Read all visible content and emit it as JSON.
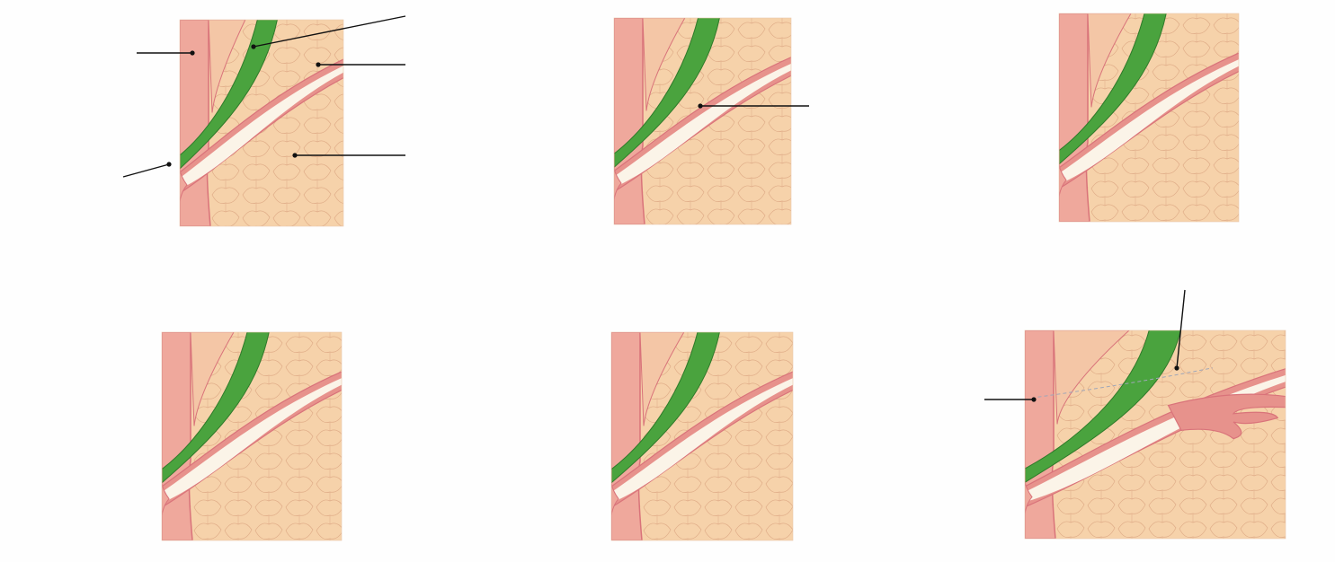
{
  "figure": {
    "panel_count": 6,
    "label_text": [],
    "colors": {
      "background": "#fefefe",
      "fat_tissue": "#f6d2aa",
      "fat_lobule_line": "#d9a27e",
      "dermis_pink": "#efa89c",
      "dermis_edge": "#d9737a",
      "duct_wall": "#e7928c",
      "duct_lumen": "#fbf4e8",
      "muscle_green": "#4aa33e",
      "muscle_edge": "#2f7a2a",
      "leader_line": "#111111"
    },
    "icons": [
      "anatomy-panel",
      "leader-line",
      "leader-dot"
    ]
  }
}
